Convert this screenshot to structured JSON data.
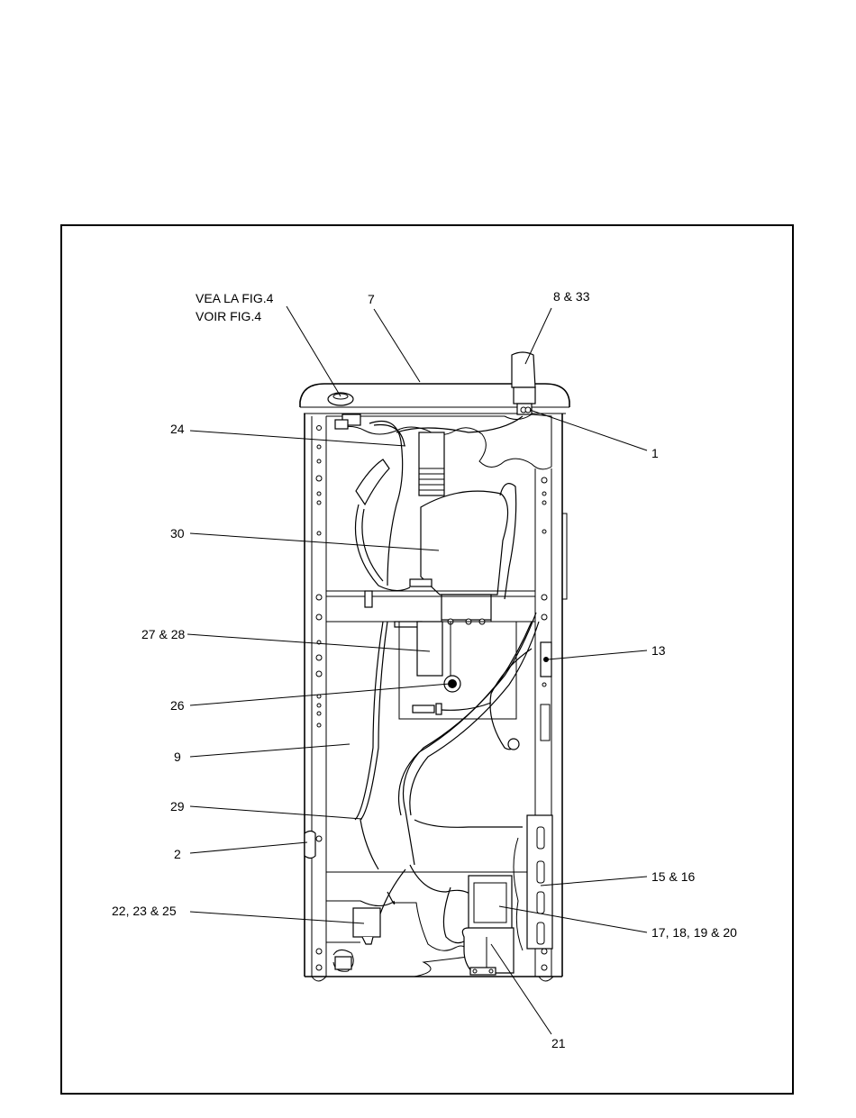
{
  "callouts": {
    "vea_fig4": "VEA LA FIG.4",
    "voir_fig4": "VOIR FIG.4",
    "c7": "7",
    "c8_33": "8 & 33",
    "c24": "24",
    "c1": "1",
    "c30": "30",
    "c27_28": "27 & 28",
    "c13": "13",
    "c26": "26",
    "c9": "9",
    "c29": "29",
    "c2": "2",
    "c15_16": "15 & 16",
    "c22_23_25": "22, 23 & 25",
    "c17_20": "17, 18, 19 & 20",
    "c21": "21"
  }
}
